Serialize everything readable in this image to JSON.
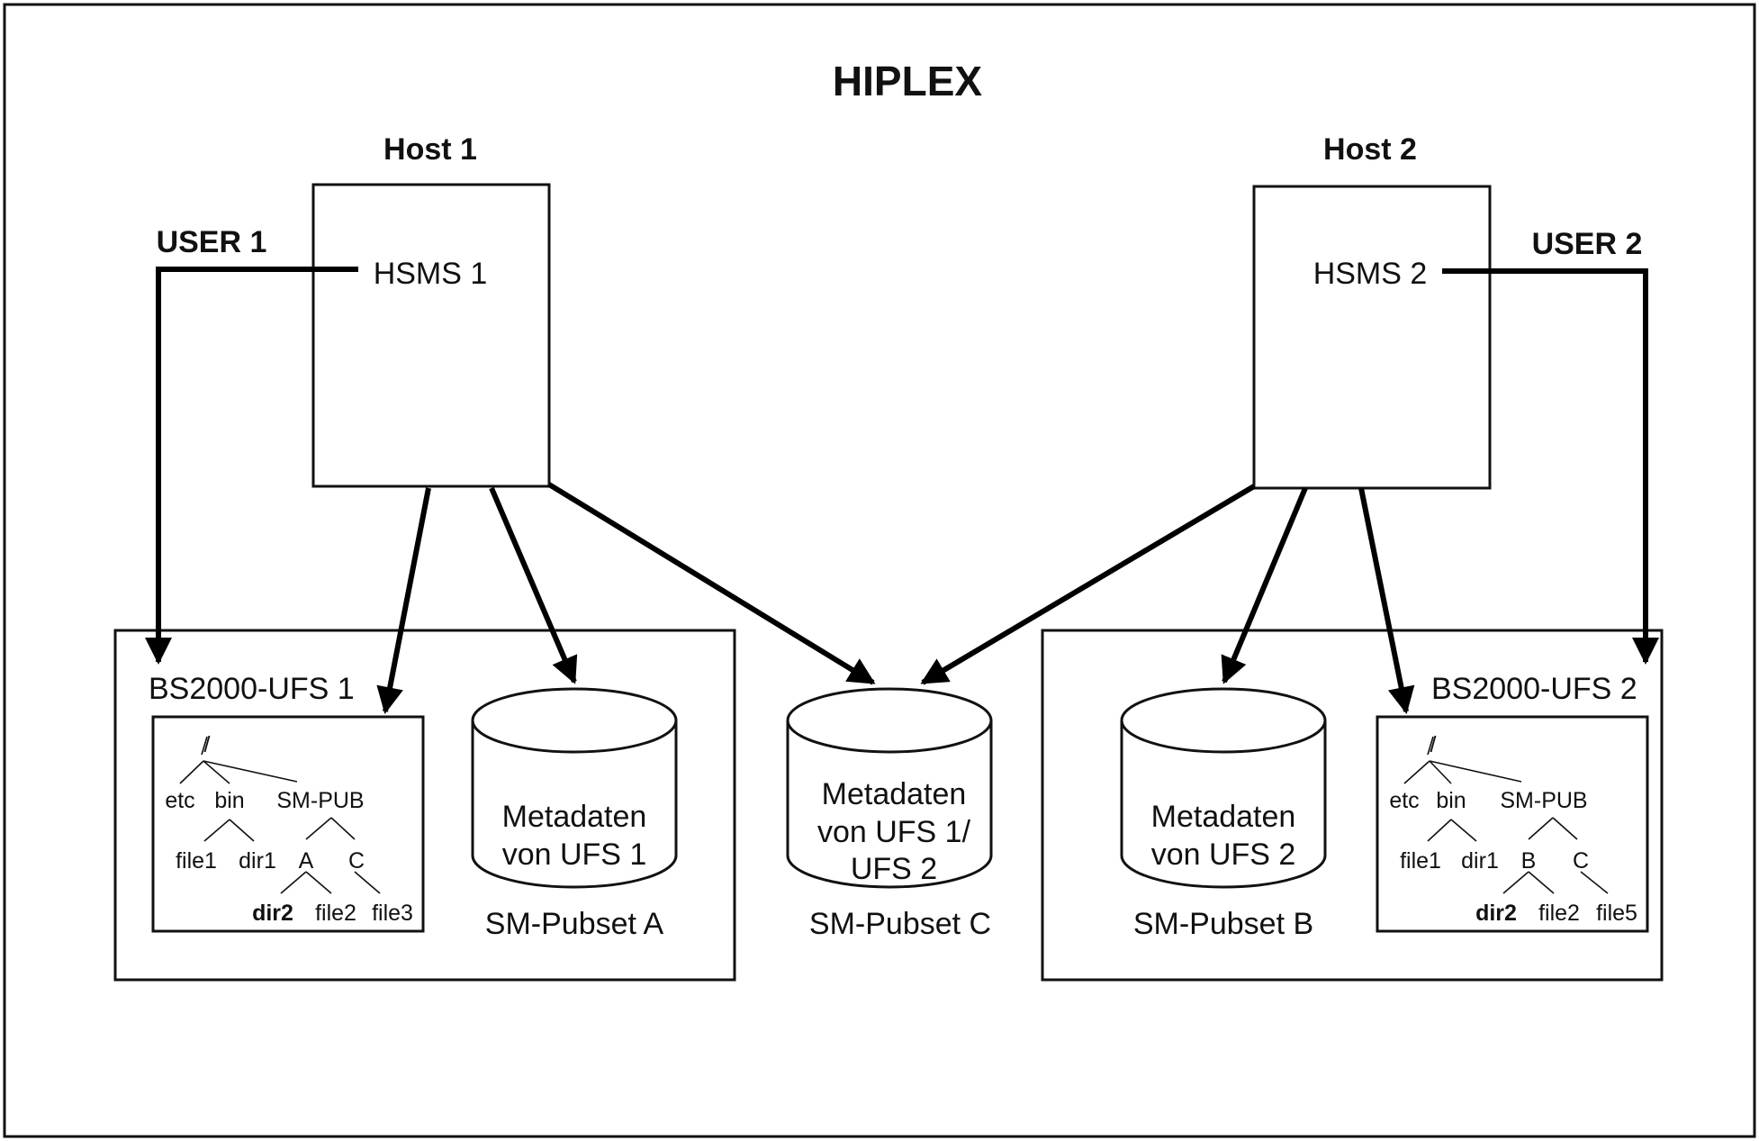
{
  "title": "HIPLEX",
  "host1": {
    "label": "Host 1",
    "hsms": "HSMS 1",
    "user": "USER 1"
  },
  "host2": {
    "label": "Host 2",
    "hsms": "HSMS 2",
    "user": "USER 2"
  },
  "ufs1": {
    "label": "BS2000-UFS 1",
    "tree": {
      "root": "/",
      "etc": "etc",
      "bin": "bin",
      "smpub": "SM-PUB",
      "file1": "file1",
      "dir1": "dir1",
      "dirA": "A",
      "dirC": "C",
      "dir2": "dir2",
      "file2": "file2",
      "fileX": "file3"
    }
  },
  "ufs2": {
    "label": "BS2000-UFS 2",
    "tree": {
      "root": "/",
      "etc": "etc",
      "bin": "bin",
      "smpub": "SM-PUB",
      "file1": "file1",
      "dir1": "dir1",
      "dirA": "B",
      "dirC": "C",
      "dir2": "dir2",
      "file2": "file2",
      "fileX": "file5"
    }
  },
  "pubsetA": {
    "line1": "Metadaten",
    "line2": "von UFS 1",
    "label": "SM-Pubset A"
  },
  "pubsetC": {
    "line1": "Metadaten",
    "line2": "von UFS 1/",
    "line3": "UFS 2",
    "label": "SM-Pubset C"
  },
  "pubsetB": {
    "line1": "Metadaten",
    "line2": "von UFS 2",
    "label": "SM-Pubset B"
  }
}
